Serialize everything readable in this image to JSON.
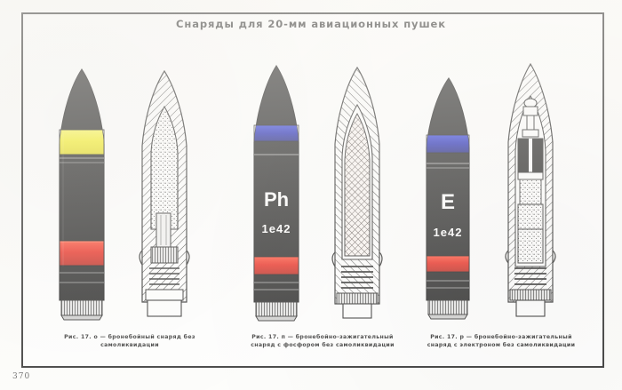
{
  "page": {
    "number": "370",
    "title": "Снаряды для 20-мм авиационных пушек"
  },
  "colors": {
    "ink": "#151515",
    "paper": "#fdfdfb",
    "shell_black": "#0c0c0c",
    "band_yellow": "#f5ee12",
    "band_red": "#e71205",
    "band_blue": "#0a12ab",
    "metal": "#d9d9d9",
    "hatch": "#2a2a2a"
  },
  "figures": [
    {
      "id": "shell-a",
      "letter": "о",
      "caption_line1": "Рис. 17. о — бронебойный снаряд без",
      "caption_line2": "самоликвидации",
      "body_color": "#0c0c0c",
      "bands": [
        {
          "name": "yellow-band",
          "color": "#f5ee12"
        },
        {
          "name": "red-band",
          "color": "#e71205"
        }
      ],
      "markings": [],
      "section_fill": "armor-piercing-core"
    },
    {
      "id": "shell-b",
      "letter": "п",
      "caption_line1": "Рис. 17. п — бронебойно-зажигательный",
      "caption_line2": "снаряд с фосфором без самоликвидации",
      "body_color": "#0c0c0c",
      "bands": [
        {
          "name": "blue-band",
          "color": "#0a12ab"
        },
        {
          "name": "red-band",
          "color": "#e71205"
        }
      ],
      "markings": [
        {
          "name": "filler-code",
          "text": "Ph",
          "size": 22
        },
        {
          "name": "lot-code",
          "text": "1e42",
          "size": 13
        }
      ],
      "section_fill": "phosphorus-filler"
    },
    {
      "id": "shell-c",
      "letter": "р",
      "caption_line1": "Рис. 17. р — бронебойно-зажигательный",
      "caption_line2": "снаряд с электроном без самоликвидации",
      "body_color": "#0c0c0c",
      "bands": [
        {
          "name": "blue-band",
          "color": "#0a12ab"
        },
        {
          "name": "red-band",
          "color": "#e71205"
        }
      ],
      "markings": [
        {
          "name": "filler-code",
          "text": "E",
          "size": 24
        },
        {
          "name": "lot-code",
          "text": "1e42",
          "size": 13
        }
      ],
      "section_fill": "electron-incendiary-assembly"
    }
  ]
}
